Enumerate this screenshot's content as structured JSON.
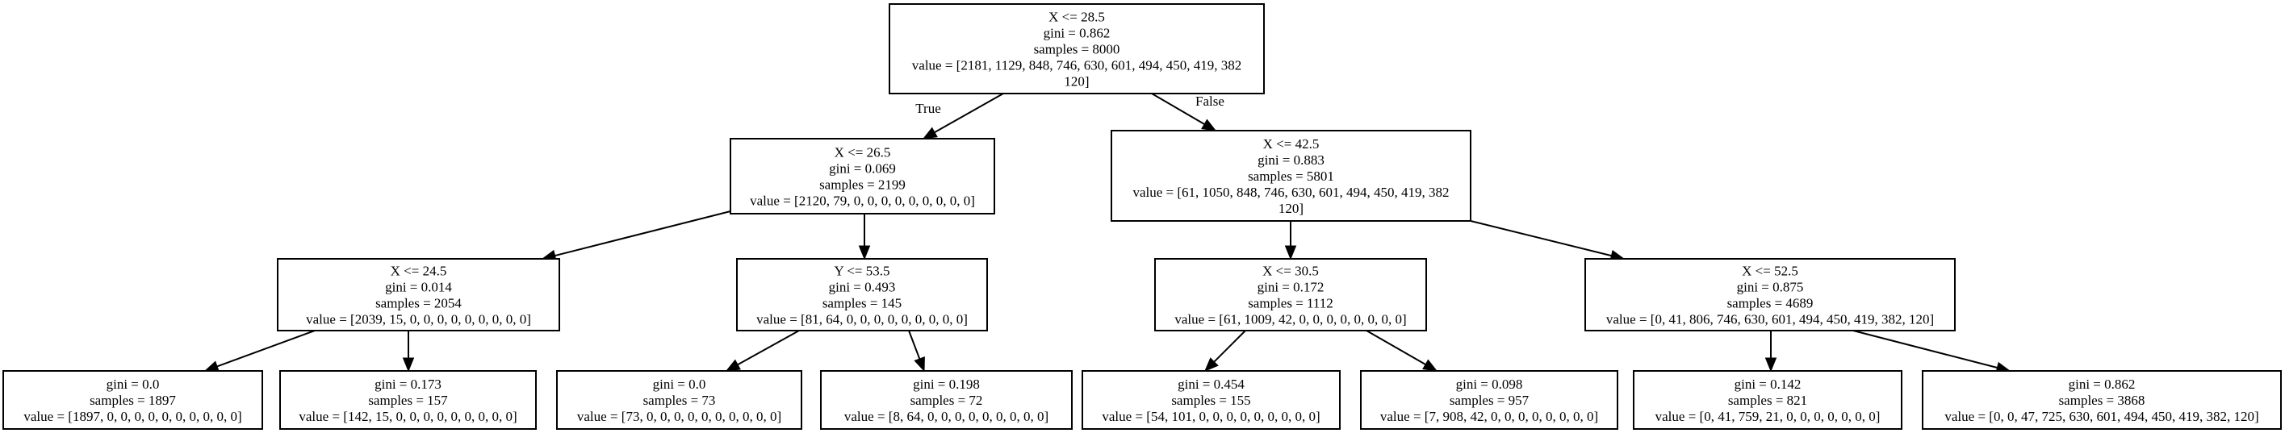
{
  "tree": {
    "nodes": {
      "n0": {
        "lines": [
          "X <= 28.5",
          "gini = 0.862",
          "samples = 8000",
          "value = [2181, 1129, 848, 746, 630, 601, 494, 450, 419, 382",
          "120]"
        ]
      },
      "n1": {
        "lines": [
          "X <= 26.5",
          "gini = 0.069",
          "samples = 2199",
          "value = [2120, 79, 0, 0, 0, 0, 0, 0, 0, 0, 0]"
        ]
      },
      "n2": {
        "lines": [
          "X <= 42.5",
          "gini = 0.883",
          "samples = 5801",
          "value = [61, 1050, 848, 746, 630, 601, 494, 450, 419, 382",
          "120]"
        ]
      },
      "n3": {
        "lines": [
          "X <= 24.5",
          "gini = 0.014",
          "samples = 2054",
          "value = [2039, 15, 0, 0, 0, 0, 0, 0, 0, 0, 0]"
        ]
      },
      "n4": {
        "lines": [
          "Y <= 53.5",
          "gini = 0.493",
          "samples = 145",
          "value = [81, 64, 0, 0, 0, 0, 0, 0, 0, 0, 0]"
        ]
      },
      "n5": {
        "lines": [
          "X <= 30.5",
          "gini = 0.172",
          "samples = 1112",
          "value = [61, 1009, 42, 0, 0, 0, 0, 0, 0, 0, 0]"
        ]
      },
      "n6": {
        "lines": [
          "X <= 52.5",
          "gini = 0.875",
          "samples = 4689",
          "value = [0, 41, 806, 746, 630, 601, 494, 450, 419, 382, 120]"
        ]
      },
      "n7": {
        "lines": [
          "gini = 0.0",
          "samples = 1897",
          "value = [1897, 0, 0, 0, 0, 0, 0, 0, 0, 0, 0]"
        ]
      },
      "n8": {
        "lines": [
          "gini = 0.173",
          "samples = 157",
          "value = [142, 15, 0, 0, 0, 0, 0, 0, 0, 0, 0]"
        ]
      },
      "n9": {
        "lines": [
          "gini = 0.0",
          "samples = 73",
          "value = [73, 0, 0, 0, 0, 0, 0, 0, 0, 0, 0]"
        ]
      },
      "n10": {
        "lines": [
          "gini = 0.198",
          "samples = 72",
          "value = [8, 64, 0, 0, 0, 0, 0, 0, 0, 0, 0]"
        ]
      },
      "n11": {
        "lines": [
          "gini = 0.454",
          "samples = 155",
          "value = [54, 101, 0, 0, 0, 0, 0, 0, 0, 0, 0]"
        ]
      },
      "n12": {
        "lines": [
          "gini = 0.098",
          "samples = 957",
          "value = [7, 908, 42, 0, 0, 0, 0, 0, 0, 0, 0]"
        ]
      },
      "n13": {
        "lines": [
          "gini = 0.142",
          "samples = 821",
          "value = [0, 41, 759, 21, 0, 0, 0, 0, 0, 0, 0]"
        ]
      },
      "n14": {
        "lines": [
          "gini = 0.862",
          "samples = 3868",
          "value = [0, 0, 47, 725, 630, 601, 494, 450, 419, 382, 120]"
        ]
      }
    },
    "edges": [
      {
        "from": "n0",
        "to": "n1",
        "label": "True"
      },
      {
        "from": "n0",
        "to": "n2",
        "label": "False"
      },
      {
        "from": "n1",
        "to": "n3",
        "label": ""
      },
      {
        "from": "n1",
        "to": "n4",
        "label": ""
      },
      {
        "from": "n2",
        "to": "n5",
        "label": ""
      },
      {
        "from": "n2",
        "to": "n6",
        "label": ""
      },
      {
        "from": "n3",
        "to": "n7",
        "label": ""
      },
      {
        "from": "n3",
        "to": "n8",
        "label": ""
      },
      {
        "from": "n4",
        "to": "n9",
        "label": ""
      },
      {
        "from": "n4",
        "to": "n10",
        "label": ""
      },
      {
        "from": "n5",
        "to": "n11",
        "label": ""
      },
      {
        "from": "n5",
        "to": "n12",
        "label": ""
      },
      {
        "from": "n6",
        "to": "n13",
        "label": ""
      },
      {
        "from": "n6",
        "to": "n14",
        "label": ""
      }
    ]
  }
}
